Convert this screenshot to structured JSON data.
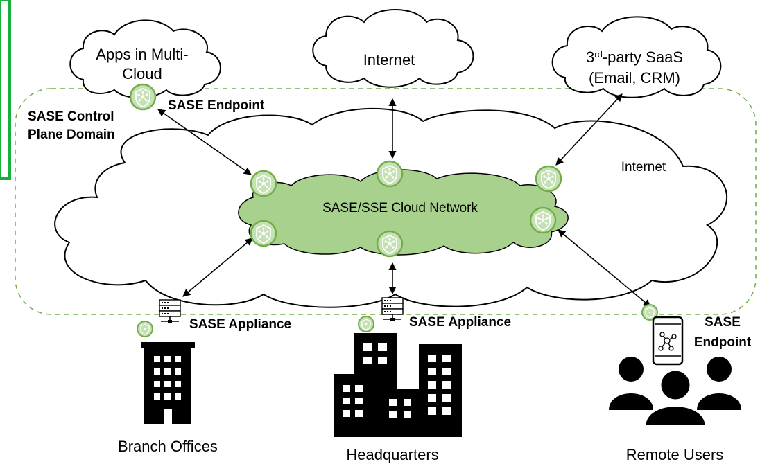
{
  "colors": {
    "accent_green": "#13b13b",
    "cloud_fill_green": "#a9d18e",
    "dashed_border_green": "#70ad47",
    "node_border_green": "#70ad47",
    "line": "#000000"
  },
  "clouds": {
    "multicloud": {
      "label_line1": "Apps in Multi-",
      "label_line2": "Cloud"
    },
    "internet_top": {
      "label": "Internet"
    },
    "saas": {
      "label_sup_prefix": "3",
      "label_sup": "rd",
      "label_rest": "-party SaaS",
      "label_line2": "(Email, CRM)"
    },
    "internet_big": {
      "label": "Internet"
    },
    "sase_network": {
      "label": "SASE/SSE Cloud Network"
    }
  },
  "domain_label": {
    "line1": "SASE Control",
    "line2": "Plane Domain"
  },
  "endpoint_top": {
    "label": "SASE Endpoint"
  },
  "appliance_branch": {
    "label": "SASE Appliance"
  },
  "appliance_hq": {
    "label": "SASE Appliance"
  },
  "endpoint_remote": {
    "line1": "SASE",
    "line2": "Endpoint"
  },
  "sites": {
    "branch": {
      "label": "Branch Offices"
    },
    "hq": {
      "label": "Headquarters"
    },
    "remote": {
      "label": "Remote Users"
    }
  },
  "icons": {
    "sase_node": "shield-network-icon",
    "appliance": "server-rack-icon",
    "building": "building-icon",
    "users": "users-group-icon",
    "phone": "smartphone-icon"
  }
}
